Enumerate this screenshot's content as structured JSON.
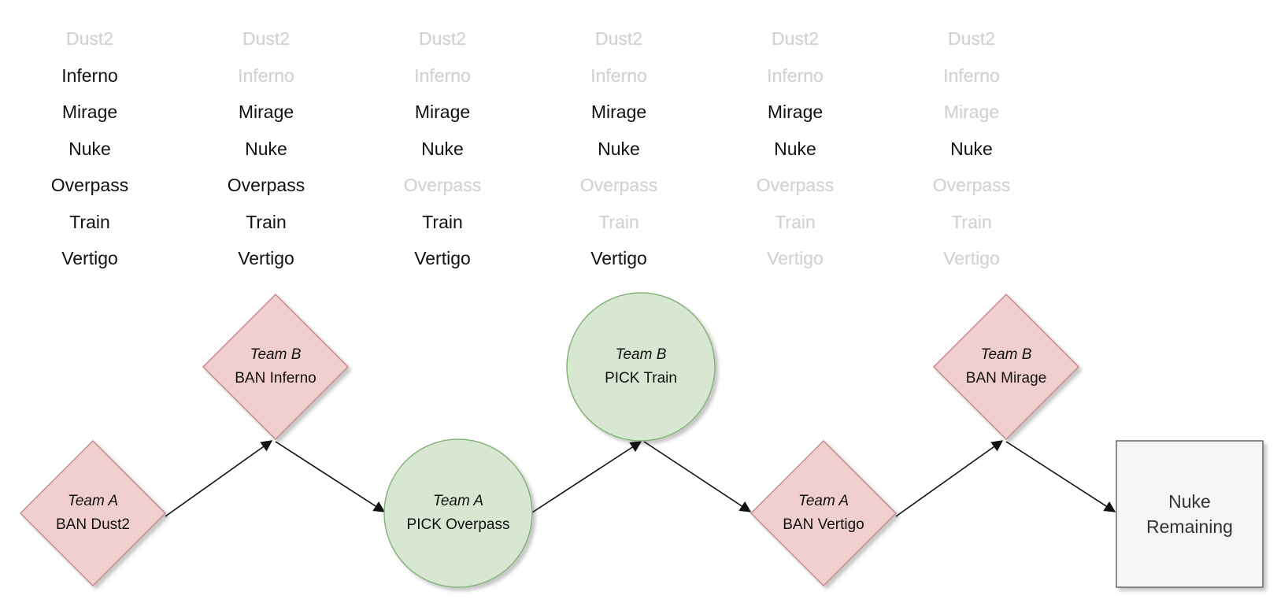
{
  "colors": {
    "ban_fill": "#f2cfcf",
    "ban_stroke": "#c58a8a",
    "pick_fill": "#d7e7d2",
    "pick_stroke": "#86b37a",
    "result_fill": "#f5f5f5",
    "result_stroke": "#666666",
    "active_map": "#111111",
    "removed_map": "#d4d4d4"
  },
  "columns": [
    {
      "maps": [
        {
          "name": "Dust2",
          "active": false
        },
        {
          "name": "Inferno",
          "active": true
        },
        {
          "name": "Mirage",
          "active": true
        },
        {
          "name": "Nuke",
          "active": true
        },
        {
          "name": "Overpass",
          "active": true
        },
        {
          "name": "Train",
          "active": true
        },
        {
          "name": "Vertigo",
          "active": true
        }
      ]
    },
    {
      "maps": [
        {
          "name": "Dust2",
          "active": false
        },
        {
          "name": "Inferno",
          "active": false
        },
        {
          "name": "Mirage",
          "active": true
        },
        {
          "name": "Nuke",
          "active": true
        },
        {
          "name": "Overpass",
          "active": true
        },
        {
          "name": "Train",
          "active": true
        },
        {
          "name": "Vertigo",
          "active": true
        }
      ]
    },
    {
      "maps": [
        {
          "name": "Dust2",
          "active": false
        },
        {
          "name": "Inferno",
          "active": false
        },
        {
          "name": "Mirage",
          "active": true
        },
        {
          "name": "Nuke",
          "active": true
        },
        {
          "name": "Overpass",
          "active": false
        },
        {
          "name": "Train",
          "active": true
        },
        {
          "name": "Vertigo",
          "active": true
        }
      ]
    },
    {
      "maps": [
        {
          "name": "Dust2",
          "active": false
        },
        {
          "name": "Inferno",
          "active": false
        },
        {
          "name": "Mirage",
          "active": true
        },
        {
          "name": "Nuke",
          "active": true
        },
        {
          "name": "Overpass",
          "active": false
        },
        {
          "name": "Train",
          "active": false
        },
        {
          "name": "Vertigo",
          "active": true
        }
      ]
    },
    {
      "maps": [
        {
          "name": "Dust2",
          "active": false
        },
        {
          "name": "Inferno",
          "active": false
        },
        {
          "name": "Mirage",
          "active": true
        },
        {
          "name": "Nuke",
          "active": true
        },
        {
          "name": "Overpass",
          "active": false
        },
        {
          "name": "Train",
          "active": false
        },
        {
          "name": "Vertigo",
          "active": false
        }
      ]
    },
    {
      "maps": [
        {
          "name": "Dust2",
          "active": false
        },
        {
          "name": "Inferno",
          "active": false
        },
        {
          "name": "Mirage",
          "active": false
        },
        {
          "name": "Nuke",
          "active": true
        },
        {
          "name": "Overpass",
          "active": false
        },
        {
          "name": "Train",
          "active": false
        },
        {
          "name": "Vertigo",
          "active": false
        }
      ]
    }
  ],
  "steps": [
    {
      "team": "Team A",
      "action": "BAN Dust2",
      "kind": "ban"
    },
    {
      "team": "Team B",
      "action": "BAN Inferno",
      "kind": "ban"
    },
    {
      "team": "Team A",
      "action": "PICK Overpass",
      "kind": "pick"
    },
    {
      "team": "Team B",
      "action": "PICK Train",
      "kind": "pick"
    },
    {
      "team": "Team A",
      "action": "BAN Vertigo",
      "kind": "ban"
    },
    {
      "team": "Team B",
      "action": "BAN Mirage",
      "kind": "ban"
    }
  ],
  "result": {
    "line1": "Nuke",
    "line2": "Remaining"
  }
}
